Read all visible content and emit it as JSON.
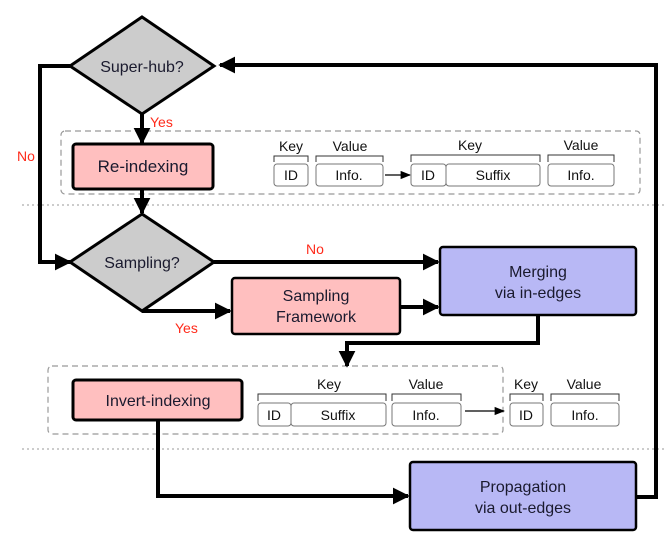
{
  "colors": {
    "decision_fill": "#cccccc",
    "index_fill": "#ffbfbf",
    "process_fill": "#b8b8f5",
    "label_red": "#ff2a1a"
  },
  "nodes": {
    "superhub": "Super-hub?",
    "reindexing": "Re-indexing",
    "sampling_decision": "Sampling?",
    "sampling_framework": [
      "Sampling",
      "Framework"
    ],
    "merging": [
      "Merging",
      "via in-edges"
    ],
    "invert_indexing": "Invert-indexing",
    "propagation": [
      "Propagation",
      "via out-edges"
    ]
  },
  "edge_labels": {
    "superhub_yes": "Yes",
    "superhub_no": "No",
    "sampling_no": "No",
    "sampling_yes": "Yes"
  },
  "reindex_schema": {
    "before": {
      "key_label": "Key",
      "value_label": "Value",
      "key_fields": [
        "ID"
      ],
      "value_fields": [
        "Info."
      ]
    },
    "after": {
      "key_label": "Key",
      "value_label": "Value",
      "key_fields": [
        "ID",
        "Suffix"
      ],
      "value_fields": [
        "Info."
      ]
    }
  },
  "invert_schema": {
    "before": {
      "key_label": "Key",
      "value_label": "Value",
      "key_fields": [
        "ID",
        "Suffix"
      ],
      "value_fields": [
        "Info."
      ]
    },
    "after": {
      "key_label": "Key",
      "value_label": "Value",
      "key_fields": [
        "ID"
      ],
      "value_fields": [
        "Info."
      ]
    }
  }
}
